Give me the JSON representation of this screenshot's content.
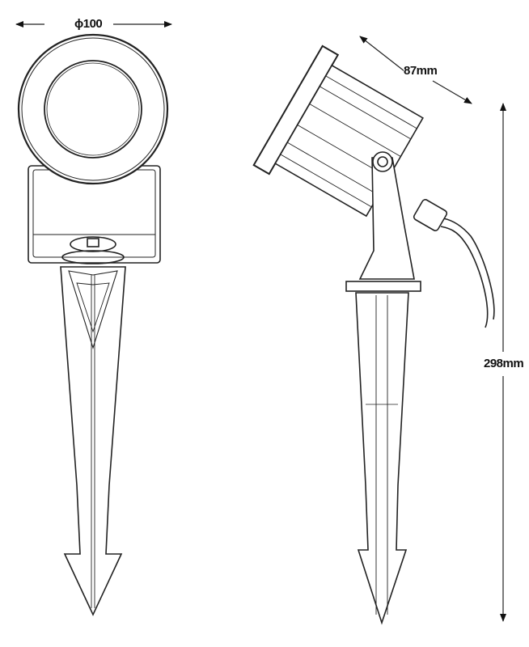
{
  "dimensions": {
    "diameter": "ϕ100",
    "housing_length": "87mm",
    "total_height": "298mm"
  },
  "colors": {
    "line": "#222222",
    "background": "#ffffff"
  }
}
